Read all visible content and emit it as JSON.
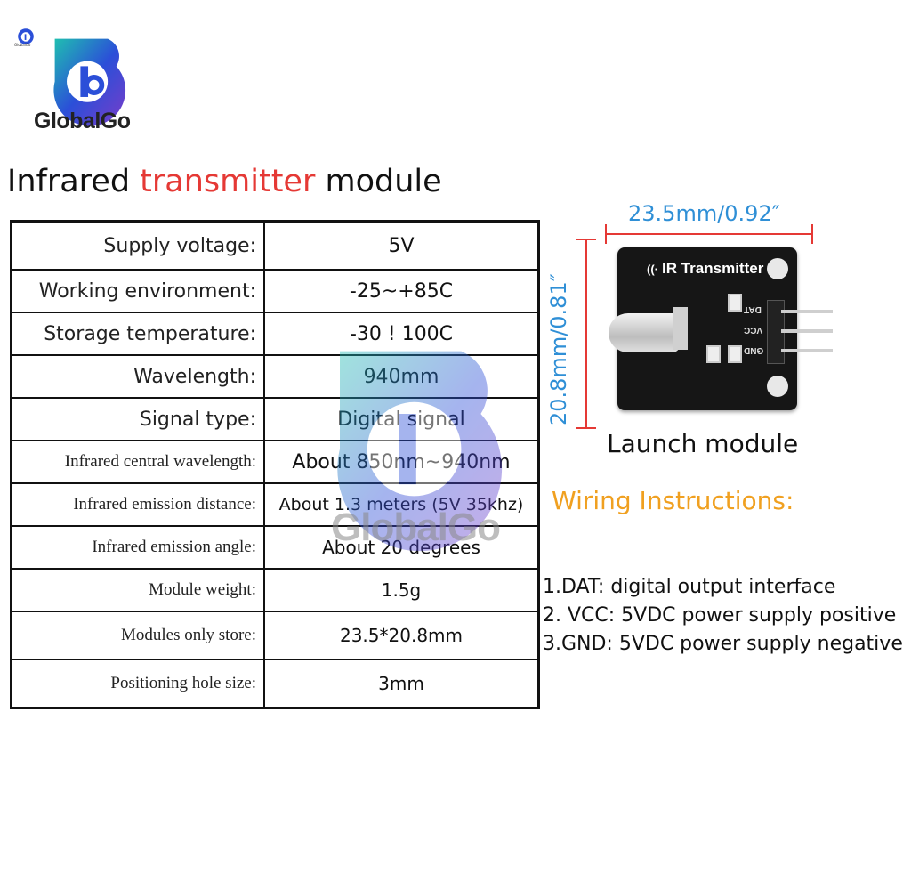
{
  "brand": {
    "logo_text": "GlobalGo",
    "colors": {
      "teal": "#1fa2a0",
      "blue": "#2b4fd8",
      "purple": "#6a3cc9",
      "accent": "#e53935",
      "dimension": "#2f8fd6",
      "heading": "#f0a020"
    }
  },
  "title": {
    "prefix": "Infrared ",
    "accent": "transmitter",
    "suffix": " module"
  },
  "specs": [
    {
      "key": "Supply voltage:",
      "value": "5V"
    },
    {
      "key": "Working environment:",
      "value": "-25~+85C"
    },
    {
      "key": "Storage temperature:",
      "value": "-30 ! 100C"
    },
    {
      "key": "Wavelength:",
      "value": "940mm"
    },
    {
      "key": "Signal type:",
      "value": "Digital signal"
    },
    {
      "key": "Infrared central wavelength:",
      "value": "About 850nm~940nm"
    },
    {
      "key": "Infrared emission distance:",
      "value": "About 1.3 meters (5V 35khz)"
    },
    {
      "key": "Infrared emission angle:",
      "value": "About 20 degrees"
    },
    {
      "key": "Module weight:",
      "value": "1.5g"
    },
    {
      "key": "Modules only store:",
      "value": "23.5*20.8mm"
    },
    {
      "key": "Positioning hole size:",
      "value": "3mm"
    }
  ],
  "module": {
    "width_label": "23.5mm/0.92″",
    "height_label": "20.8mm/0.81″",
    "board_label": "IR Transmitter",
    "pins": [
      "DAT",
      "VCC",
      "GND"
    ],
    "caption": "Launch module"
  },
  "wiring": {
    "title": "Wiring Instructions:",
    "items": [
      "1.DAT: digital output interface",
      "2. VCC: 5VDC power supply positive",
      "3.GND: 5VDC power supply negative"
    ]
  }
}
